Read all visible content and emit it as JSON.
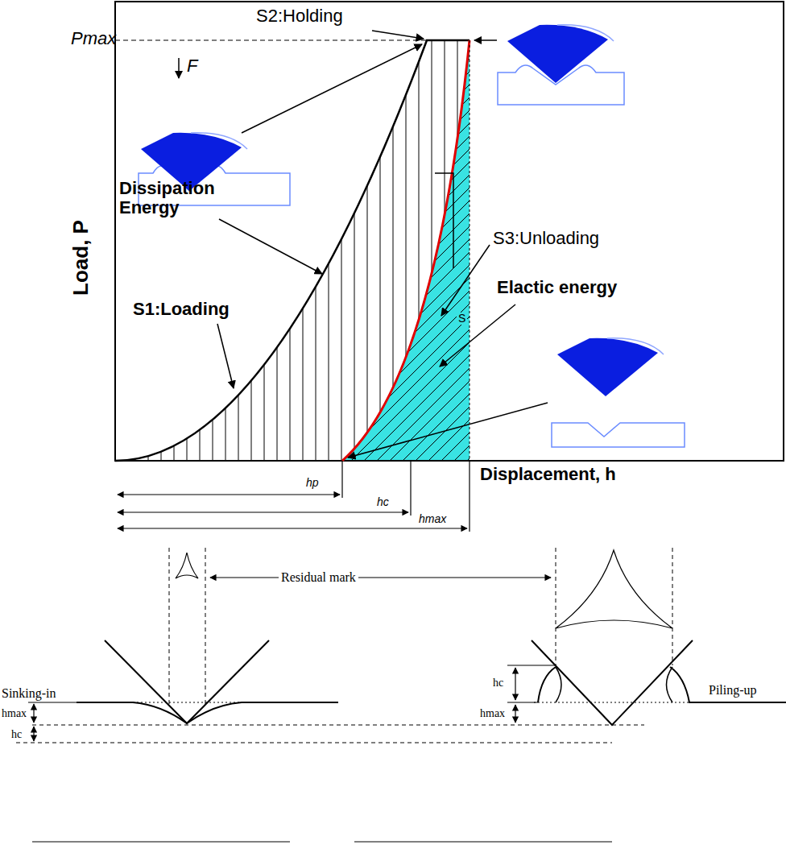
{
  "diagram": {
    "labels": [
      "S2:Holding",
      "Pmax",
      "F",
      "Dissipation Energy",
      "S1:Loading",
      "S3:Unloading",
      "Elactic energy",
      "S",
      "hp",
      "hc",
      "hmax",
      "Displacement, h",
      "Load, P",
      "Residual mark",
      "Sinking-in",
      "hmax",
      "hc",
      "Piling-up",
      "hc",
      "hmax"
    ]
  }
}
